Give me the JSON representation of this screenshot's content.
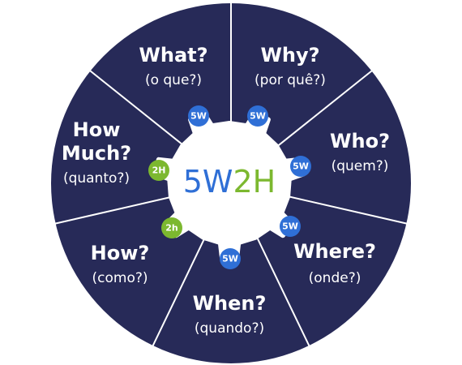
{
  "center": {
    "part1": "5W",
    "part2": "2H"
  },
  "segments": [
    {
      "title": "What?",
      "subtitle": "(o que?)",
      "badge": "5W",
      "badge_type": "w"
    },
    {
      "title": "Why?",
      "subtitle": "(por quê?)",
      "badge": "5W",
      "badge_type": "w"
    },
    {
      "title": "Who?",
      "subtitle": "(quem?)",
      "badge": "5W",
      "badge_type": "w"
    },
    {
      "title": "Where?",
      "subtitle": "(onde?)",
      "badge": "5W",
      "badge_type": "w"
    },
    {
      "title": "When?",
      "subtitle": "(quando?)",
      "badge": "5W",
      "badge_type": "w"
    },
    {
      "title": "How?",
      "subtitle": "(como?)",
      "badge": "2h",
      "badge_type": "h"
    },
    {
      "title_lines": [
        "How",
        "Much?"
      ],
      "subtitle": "(quanto?)",
      "badge": "2H",
      "badge_type": "h"
    }
  ],
  "colors": {
    "wheel": "#272a58",
    "divider": "#ffffff",
    "gear": "#ffffff",
    "badge_w": "#2f6fd6",
    "badge_h": "#7cb82f",
    "center_w": "#2f6fd6",
    "center_h": "#7cb82f"
  }
}
